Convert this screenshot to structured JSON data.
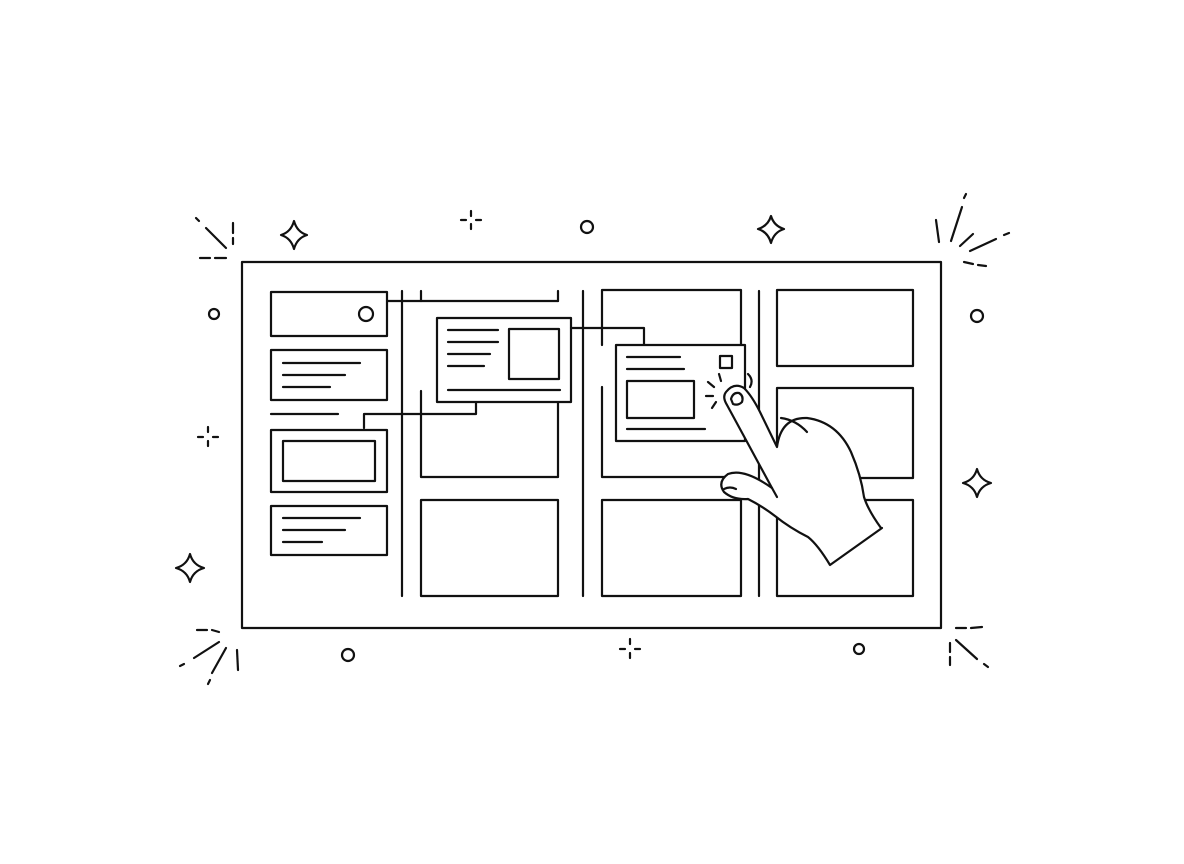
{
  "illustration": {
    "subject": "hand-tapping-kanban-board-icon",
    "colors": {
      "stroke": "#111111",
      "background": "#ffffff"
    }
  },
  "board": {
    "columns": [
      {
        "id": "column-1",
        "card_count": 4
      },
      {
        "id": "column-2",
        "card_count": 3
      },
      {
        "id": "column-3",
        "card_count": 3
      },
      {
        "id": "column-4",
        "card_count": 3
      }
    ],
    "floating_cards": 2
  },
  "decorations": {
    "sparkle_stars": 4,
    "small_circles": 5,
    "burst_corners": 4
  }
}
